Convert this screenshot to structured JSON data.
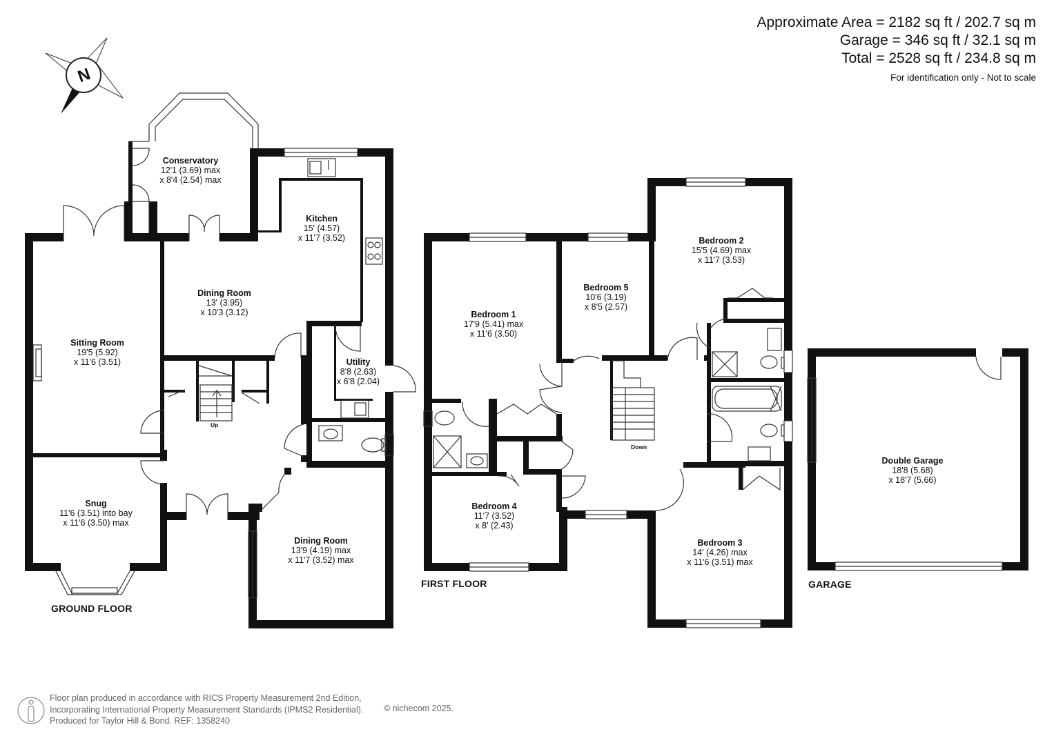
{
  "area_summary": {
    "approximate_area": "Approximate Area = 2182 sq ft / 202.7 sq m",
    "garage": "Garage = 346 sq ft / 32.1 sq m",
    "total": "Total = 2528 sq ft / 234.8 sq m",
    "note": "For identification only - Not to scale"
  },
  "compass": {
    "letter": "N",
    "icon": "north-compass-icon"
  },
  "floors": {
    "ground": "GROUND FLOOR",
    "first": "FIRST FLOOR",
    "garage": "GARAGE"
  },
  "ground_rooms": {
    "conservatory": {
      "name": "Conservatory",
      "dim1": "12'1 (3.69) max",
      "dim2": "x 8'4 (2.54) max"
    },
    "kitchen": {
      "name": "Kitchen",
      "dim1": "15' (4.57)",
      "dim2": "x 11'7 (3.52)"
    },
    "dining_room_1": {
      "name": "Dining Room",
      "dim1": "13' (3.95)",
      "dim2": "x 10'3 (3.12)"
    },
    "sitting_room": {
      "name": "Sitting Room",
      "dim1": "19'5 (5.92)",
      "dim2": "x 11'6 (3.51)"
    },
    "utility": {
      "name": "Utility",
      "dim1": "8'8 (2.63)",
      "dim2": "x 6'8 (2.04)"
    },
    "snug": {
      "name": "Snug",
      "dim1": "11'6 (3.51) into bay",
      "dim2": "x 11'6 (3.50) max"
    },
    "dining_room_2": {
      "name": "Dining Room",
      "dim1": "13'9 (4.19) max",
      "dim2": "x 11'7 (3.52) max"
    },
    "stairs_up": "Up"
  },
  "first_rooms": {
    "bedroom_1": {
      "name": "Bedroom 1",
      "dim1": "17'9 (5.41) max",
      "dim2": "x 11'6 (3.50)"
    },
    "bedroom_5": {
      "name": "Bedroom 5",
      "dim1": "10'6 (3.19)",
      "dim2": "x 8'5 (2.57)"
    },
    "bedroom_2": {
      "name": "Bedroom 2",
      "dim1": "15'5 (4.69) max",
      "dim2": "x 11'7 (3.53)"
    },
    "bedroom_4": {
      "name": "Bedroom 4",
      "dim1": "11'7 (3.52)",
      "dim2": "x 8' (2.43)"
    },
    "bedroom_3": {
      "name": "Bedroom 3",
      "dim1": "14' (4.26) max",
      "dim2": "x 11'6 (3.51) max"
    },
    "stairs_down": "Down"
  },
  "garage_room": {
    "name": "Double Garage",
    "dim1": "18'8 (5.68)",
    "dim2": "x 18'7 (5.66)"
  },
  "footer": {
    "line1": "Floor plan produced in accordance with RICS Property Measurement 2nd Edition,",
    "line2": "Incorporating International Property Measurement Standards (IPMS2 Residential).",
    "line3": "Produced for Taylor Hill & Bond.   REF:  1358240",
    "copyright": "© nichecom 2025."
  }
}
